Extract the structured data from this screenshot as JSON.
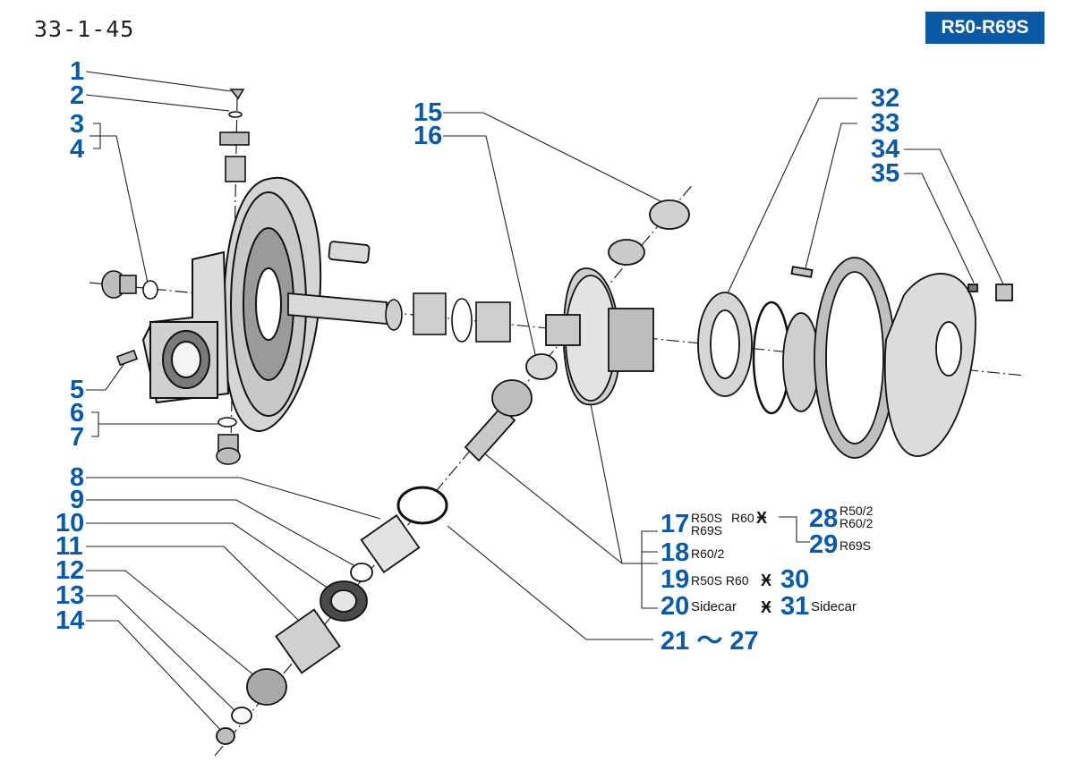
{
  "header": {
    "page_number": "33-1-45",
    "model_range": "R50-R69S"
  },
  "callouts": {
    "c1": "1",
    "c2": "2",
    "c3": "3",
    "c4": "4",
    "c5": "5",
    "c6": "6",
    "c7": "7",
    "c8": "8",
    "c9": "9",
    "c10": "10",
    "c11": "11",
    "c12": "12",
    "c13": "13",
    "c14": "14",
    "c15": "15",
    "c16": "16",
    "c32": "32",
    "c33": "33",
    "c34": "34",
    "c35": "35"
  },
  "legend": {
    "n17": "17",
    "n17_model_a": "R50S",
    "n17_model_a2": "R69S",
    "n17_model_b": "R60",
    "n17_sep": "Ӿ",
    "n28": "28",
    "n28_model": "R50/2",
    "n28_model2": "R60/2",
    "n29": "29",
    "n29_model": "R69S",
    "n18": "18",
    "n18_model": "R60/2",
    "n19": "19",
    "n19_model": "R50S  R60",
    "n19_sep": "Ӿ",
    "n30": "30",
    "n20": "20",
    "n20_model": "Sidecar",
    "n20_sep": "Ӿ",
    "n31": "31",
    "n31_model": "Sidecar",
    "range": "21 ～ 27"
  }
}
